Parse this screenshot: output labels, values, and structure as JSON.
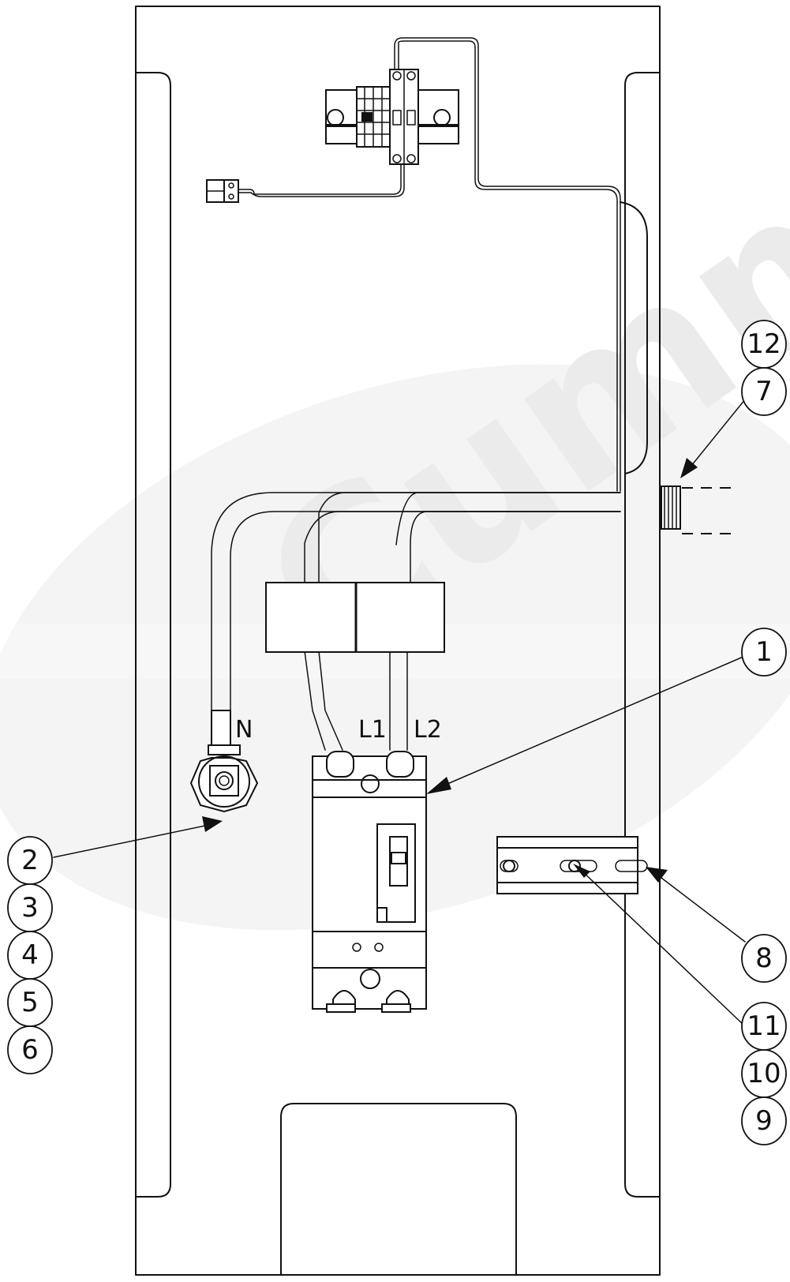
{
  "diagram": {
    "watermark": "Cummins",
    "terminal_labels": {
      "neutral": "N",
      "line1": "L1",
      "line2": "L2"
    },
    "callouts": {
      "c1": "1",
      "c2": "2",
      "c3": "3",
      "c4": "4",
      "c5": "5",
      "c6": "6",
      "c7": "7",
      "c8": "8",
      "c9": "9",
      "c10": "10",
      "c11": "11",
      "c12": "12"
    }
  }
}
